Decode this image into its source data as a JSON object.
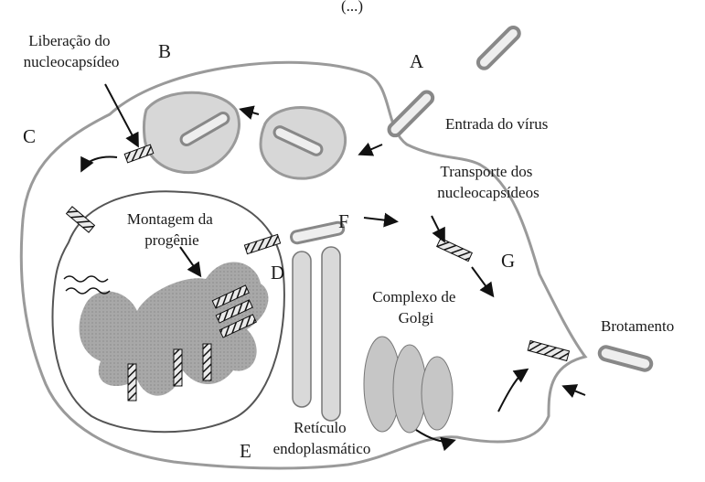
{
  "top_label": "(...)",
  "labels": {
    "nucleocapsid_release": [
      "Liberação do",
      "nucleocapsídeo"
    ],
    "virus_entry": "Entrada do vírus",
    "nucleocapsid_transport": [
      "Transporte dos",
      "nucleocapsídeos"
    ],
    "progeny_assembly": [
      "Montagem da",
      "progênie"
    ],
    "golgi": [
      "Complexo de",
      "Golgi"
    ],
    "budding": "Brotamento",
    "er": [
      "Retículo",
      "endoplasmático"
    ]
  },
  "letters": {
    "A": "A",
    "B": "B",
    "C": "C",
    "D": "D",
    "E": "E",
    "F": "F",
    "G": "G"
  }
}
